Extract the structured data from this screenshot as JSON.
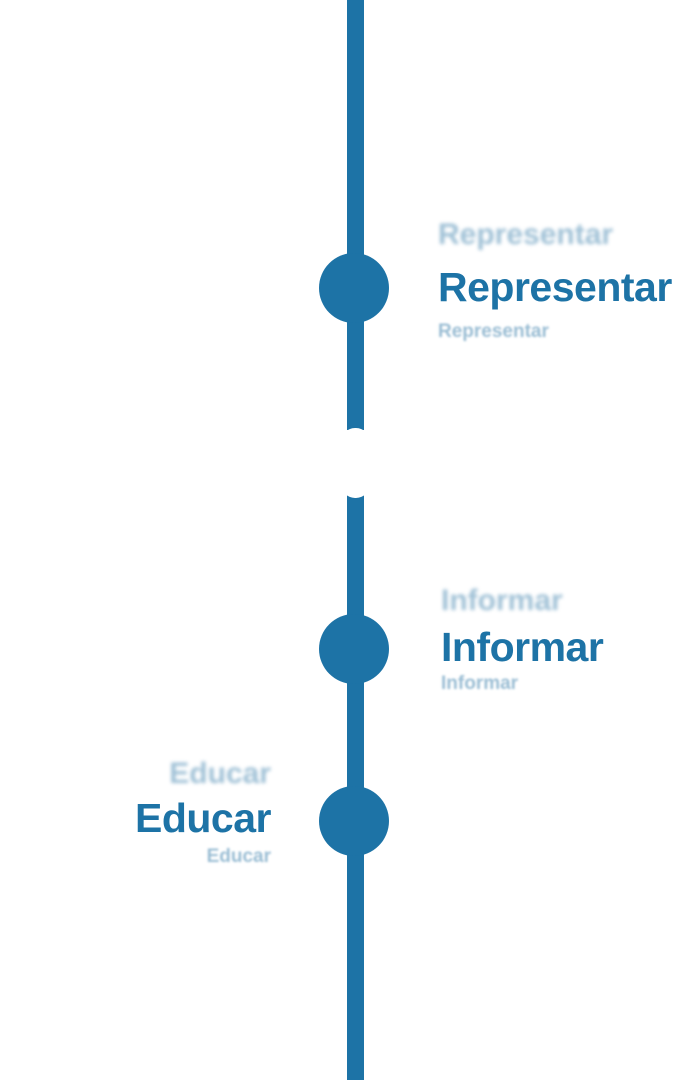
{
  "accent_color": "#1d73a6",
  "faded_color": "#8fb6cf",
  "background_color": "#ffffff",
  "timeline": {
    "items": [
      {
        "ghost_top": "Representar",
        "label": "Representar",
        "ghost_bottom": "Representar",
        "side": "right"
      },
      {
        "ghost_top": "Informar",
        "label": "Informar",
        "ghost_bottom": "Informar",
        "side": "right"
      },
      {
        "ghost_top": "Educar",
        "label": "Educar",
        "ghost_bottom": "Educar",
        "side": "left"
      }
    ]
  }
}
